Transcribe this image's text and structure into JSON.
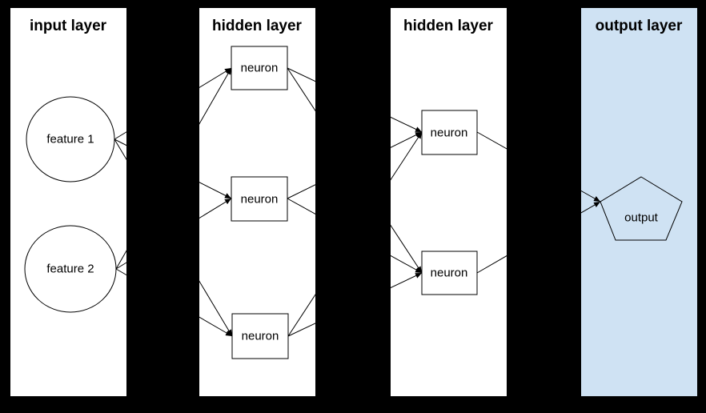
{
  "colors": {
    "background": "#000000",
    "panel_fill": "#ffffff",
    "output_panel_fill": "#cfe2f3",
    "stroke": "#000000",
    "text": "#000000"
  },
  "panels": [
    {
      "title": "input layer",
      "fill": "#ffffff"
    },
    {
      "title": "hidden layer",
      "fill": "#ffffff"
    },
    {
      "title": "hidden layer",
      "fill": "#ffffff"
    },
    {
      "title": "output layer",
      "fill": "#cfe2f3"
    }
  ],
  "nodes": {
    "feature1": {
      "label": "feature 1",
      "shape": "circle",
      "layer": "input layer"
    },
    "feature2": {
      "label": "feature 2",
      "shape": "circle",
      "layer": "input layer"
    },
    "neuron1": {
      "label": "neuron",
      "shape": "rectangle",
      "layer": "hidden layer 1"
    },
    "neuron2": {
      "label": "neuron",
      "shape": "rectangle",
      "layer": "hidden layer 1"
    },
    "neuron3": {
      "label": "neuron",
      "shape": "rectangle",
      "layer": "hidden layer 1"
    },
    "neuron4": {
      "label": "neuron",
      "shape": "rectangle",
      "layer": "hidden layer 2"
    },
    "neuron5": {
      "label": "neuron",
      "shape": "rectangle",
      "layer": "hidden layer 2"
    },
    "output": {
      "label": "output",
      "shape": "pentagon",
      "layer": "output layer"
    }
  },
  "edges": [
    [
      "feature1",
      "neuron1"
    ],
    [
      "feature1",
      "neuron2"
    ],
    [
      "feature1",
      "neuron3"
    ],
    [
      "feature2",
      "neuron1"
    ],
    [
      "feature2",
      "neuron2"
    ],
    [
      "feature2",
      "neuron3"
    ],
    [
      "neuron1",
      "neuron4"
    ],
    [
      "neuron1",
      "neuron5"
    ],
    [
      "neuron2",
      "neuron4"
    ],
    [
      "neuron2",
      "neuron5"
    ],
    [
      "neuron3",
      "neuron4"
    ],
    [
      "neuron3",
      "neuron5"
    ],
    [
      "neuron4",
      "output"
    ],
    [
      "neuron5",
      "output"
    ]
  ]
}
